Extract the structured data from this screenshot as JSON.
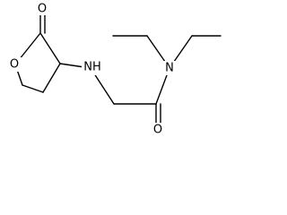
{
  "structure": {
    "atoms": {
      "ring_oxygen": "O",
      "carbonyl_oxygen_lactone": "O",
      "amine_nitrogen": "NH",
      "amide_nitrogen": "N",
      "carbonyl_oxygen_amide": "O"
    }
  },
  "colors": {
    "bond": "#000000",
    "label": "#000000",
    "background": "#ffffff"
  }
}
